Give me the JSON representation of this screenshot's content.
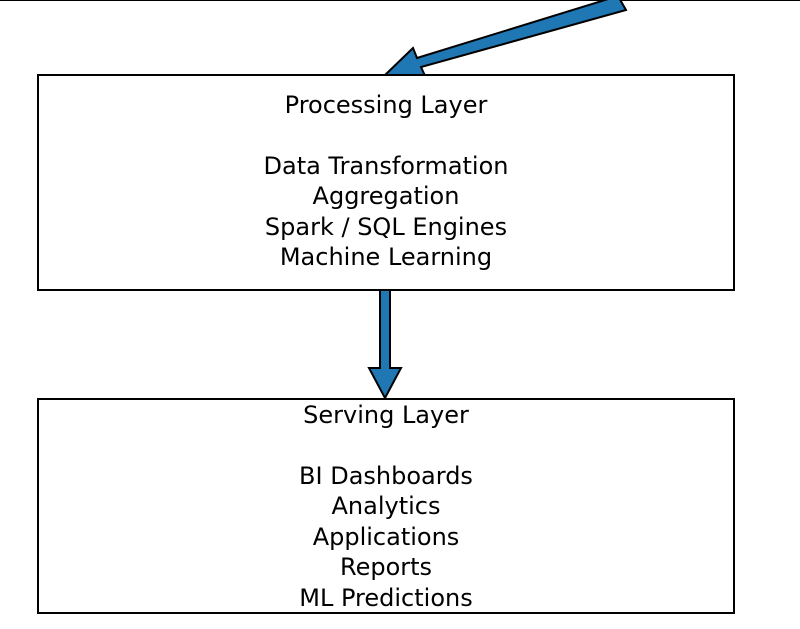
{
  "diagram": {
    "arrow_color": "#1f77b4",
    "border_color": "#000000",
    "processing_layer": {
      "title": "Processing Layer",
      "items": [
        "Data Transformation",
        "Aggregation",
        "Spark / SQL Engines",
        "Machine Learning"
      ]
    },
    "serving_layer": {
      "title": "Serving Layer",
      "items": [
        "BI Dashboards",
        "Analytics",
        "Applications",
        "Reports",
        "ML Predictions"
      ]
    }
  }
}
